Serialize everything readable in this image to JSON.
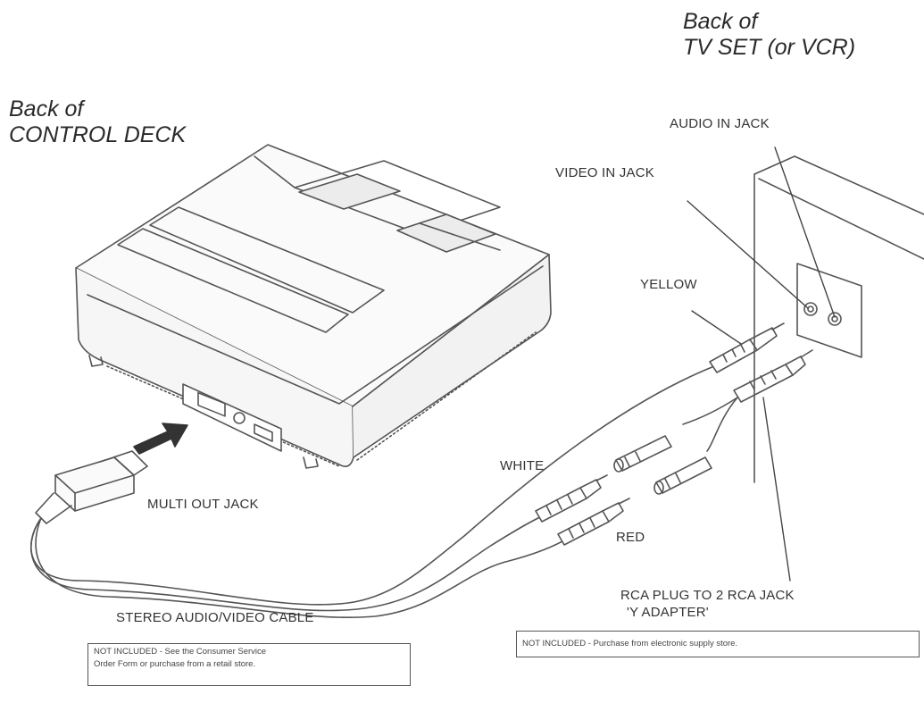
{
  "control_deck": {
    "line1": "Back of",
    "line2": "CONTROL DECK"
  },
  "tv_set": {
    "line1": "Back of",
    "line2": "TV SET (or VCR)"
  },
  "labels": {
    "audio_in_jack": "AUDIO IN JACK",
    "video_in_jack": "VIDEO IN JACK",
    "yellow": "YELLOW",
    "white": "WHITE",
    "red": "RED",
    "multi_out_jack": "MULTI OUT JACK",
    "stereo_cable": "STEREO AUDIO/VIDEO CABLE",
    "rca_line1": "RCA PLUG TO 2 RCA JACK",
    "rca_line2": "'Y ADAPTER'"
  },
  "notes": {
    "left_line1": "NOT INCLUDED - See the Consumer Service",
    "left_line2": "Order Form or purchase from a retail store.",
    "right": "NOT INCLUDED - Purchase from electronic supply store."
  }
}
